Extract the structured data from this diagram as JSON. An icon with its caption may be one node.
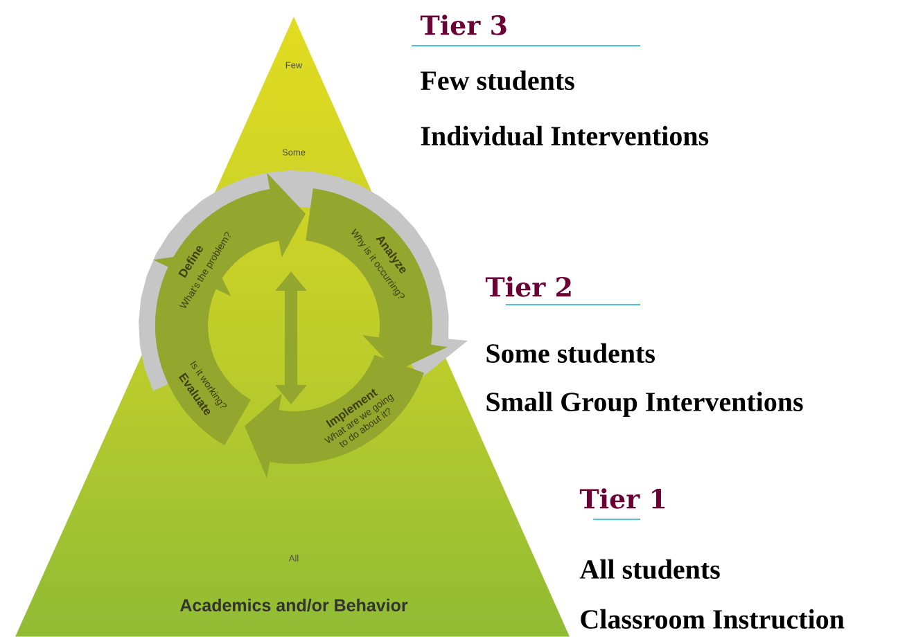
{
  "diagram": {
    "nodes": [
      {
        "text": [
          "Few",
          "Some",
          "All",
          "Academics and/or Behavior"
        ]
      },
      {
        "text": [
          "Define",
          "What's the problem?"
        ],
        "in": 0
      },
      {
        "text": [
          "Analyze",
          "Why is it occurring?"
        ],
        "in": 0
      },
      {
        "text": [
          "Implement",
          "What are we going to do about it?"
        ],
        "in": 0
      },
      {
        "text": [
          "Evaluate",
          "Is it working?"
        ],
        "in": 0
      }
    ],
    "labels": [
      "Tier 3",
      "Few students",
      "Individual Interventions",
      "Tier 2",
      "Some students",
      "Small Group Interventions",
      "Tier 1",
      "All students",
      "Classroom Instruction"
    ]
  }
}
